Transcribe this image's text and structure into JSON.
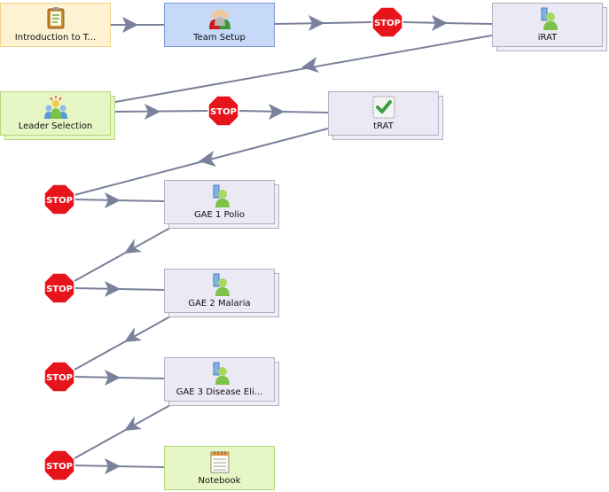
{
  "activities": {
    "intro": {
      "label": "Introduction to T...",
      "icon": "notebook-pen-icon"
    },
    "team_setup": {
      "label": "Team Setup",
      "icon": "group-users-icon"
    },
    "irat": {
      "label": "iRAT",
      "icon": "user-assessment-icon"
    },
    "leader_selection": {
      "label": "Leader Selection",
      "icon": "leader-selection-icon"
    },
    "trat": {
      "label": "tRAT",
      "icon": "checkmark-icon"
    },
    "gae1": {
      "label": "GAE 1 Polio",
      "icon": "user-assessment-icon"
    },
    "gae2": {
      "label": "GAE 2 Malaria",
      "icon": "user-assessment-icon"
    },
    "gae3": {
      "label": "GAE 3 Disease Eli...",
      "icon": "user-assessment-icon"
    },
    "notebook": {
      "label": "Notebook",
      "icon": "notepad-icon"
    }
  },
  "stop": {
    "label": "STOP"
  },
  "colors": {
    "tool_yellow": "#fdf2d2",
    "tool_yellow_border": "#f2d48a",
    "tool_blue": "#c6d9f8",
    "tool_blue_border": "#7d97d6",
    "tool_green": "#e6f6c4",
    "tool_green_border": "#b6d67e",
    "tool_lavender": "#ebe9f4",
    "connector": "#7a819c",
    "stop_red": "#e8141c"
  }
}
